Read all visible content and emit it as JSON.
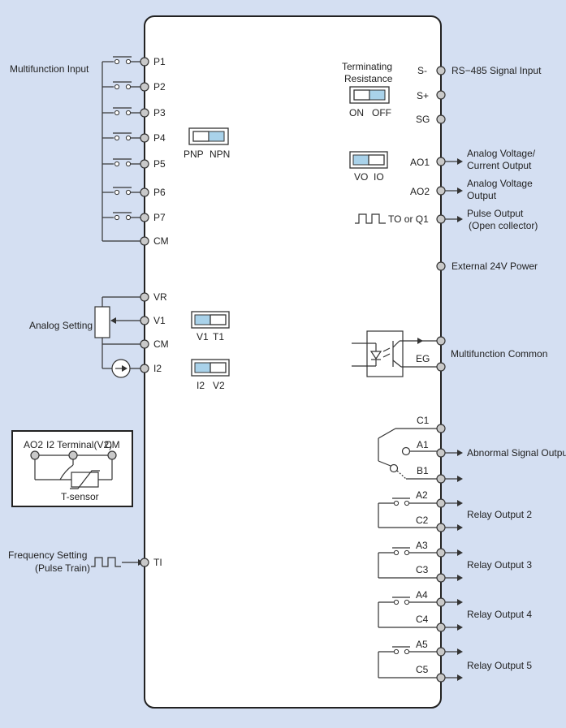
{
  "left_labels": {
    "multifunction_input": "Multifunction Input",
    "analog_setting": "Analog Setting",
    "frequency_setting": "Frequency Setting",
    "pulse_train": "(Pulse Train)"
  },
  "input_terminals": [
    "P1",
    "P2",
    "P3",
    "P4",
    "P5",
    "P6",
    "P7",
    "CM"
  ],
  "analog_terminals": [
    "VR",
    "V1",
    "CM",
    "I2"
  ],
  "ti_terminal": "TI",
  "switches": {
    "pnp_npn": [
      "PNP",
      "NPN"
    ],
    "terminating_title_1": "Terminating",
    "terminating_title_2": "Resistance",
    "on_off": [
      "ON",
      "OFF"
    ],
    "vo_io": [
      "VO",
      "IO"
    ],
    "v1_t1": [
      "V1",
      "T1"
    ],
    "i2_v2": [
      "I2",
      "V2"
    ]
  },
  "sensor_box": {
    "ao2": "AO2",
    "i2_terminal": "I2 Terminal(V2)",
    "cm": "CM",
    "label": "T-sensor"
  },
  "right_terminals": {
    "s_minus": "S-",
    "s_plus": "S+",
    "sg": "SG",
    "ao1": "AO1",
    "ao2": "AO2",
    "to_q1": "TO or Q1",
    "eg": "EG",
    "c1": "C1",
    "a1": "A1",
    "b1": "B1",
    "a2": "A2",
    "c2": "C2",
    "a3": "A3",
    "c3": "C3",
    "a4": "A4",
    "c4": "C4",
    "a5": "A5",
    "c5": "C5"
  },
  "right_labels": {
    "rs485": "RS−485 Signal Input",
    "analog_vc_1": "Analog Voltage/",
    "analog_vc_2": "Current Output",
    "analog_v_1": "Analog Voltage",
    "analog_v_2": "Output",
    "pulse_out_1": "Pulse Output",
    "pulse_out_2": "(Open collector)",
    "ext24v": "External 24V Power",
    "mf_common": "Multifunction Common",
    "abnormal": "Abnormal Signal Output",
    "relay2": "Relay Output 2",
    "relay3": "Relay Output 3",
    "relay4": "Relay Output 4",
    "relay5": "Relay Output 5"
  }
}
